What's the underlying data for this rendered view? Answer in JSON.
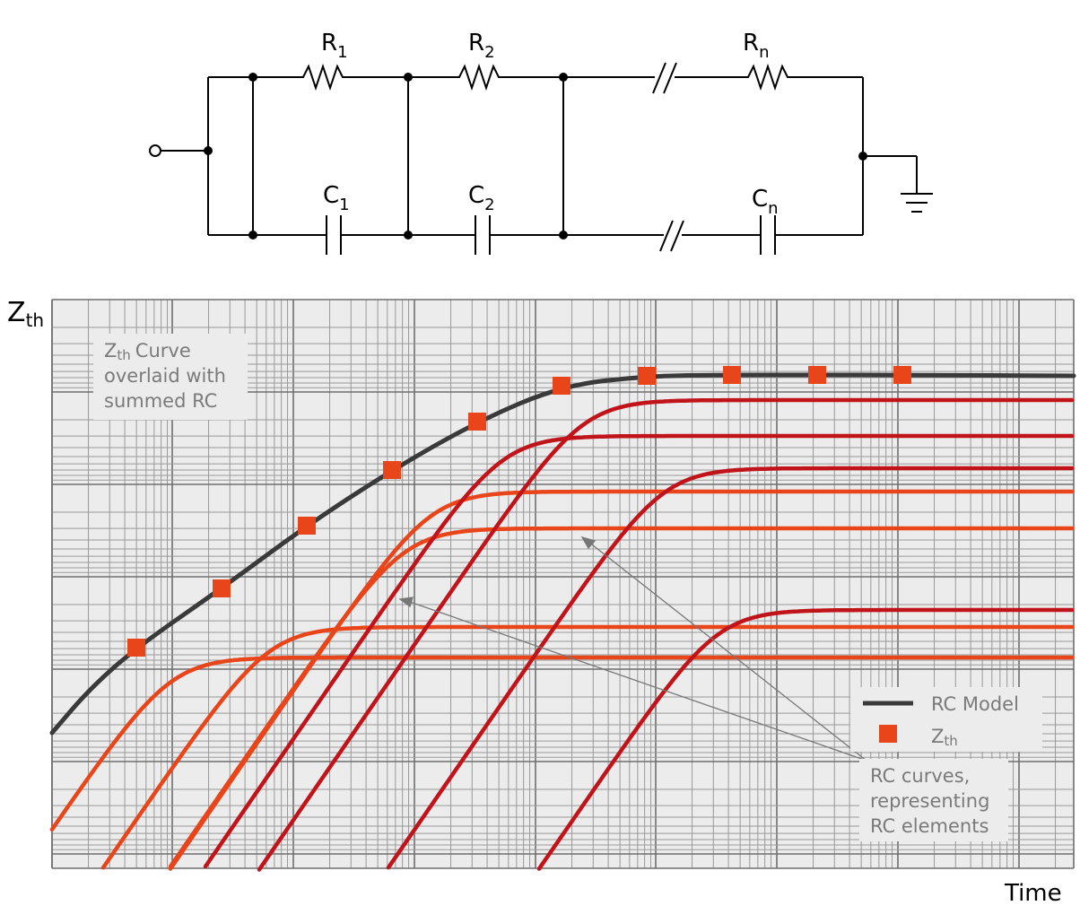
{
  "schematic": {
    "components": [
      {
        "type": "resistor",
        "name": "R",
        "sub": "1"
      },
      {
        "type": "resistor",
        "name": "R",
        "sub": "2"
      },
      {
        "type": "resistor",
        "name": "R",
        "sub": "n"
      },
      {
        "type": "capacitor",
        "name": "C",
        "sub": "1"
      },
      {
        "type": "capacitor",
        "name": "C",
        "sub": "2"
      },
      {
        "type": "capacitor",
        "name": "C",
        "sub": "n"
      }
    ]
  },
  "chart_data": {
    "type": "line",
    "scale": "log-log",
    "ylabel": "Z",
    "ylabel_sub": "th",
    "xlabel": "Time",
    "grid": true,
    "annotation_top": [
      "Curve",
      "overlaid with",
      "summed RC"
    ],
    "annotation_top_prefix": "Z",
    "annotation_top_prefix_sub": "th",
    "annotation_bottom": [
      "RC curves,",
      "representing",
      "RC elements"
    ],
    "legend": [
      {
        "label": "RC Model",
        "marker": "line",
        "color": "#3a3a3a"
      },
      {
        "label_main": "Z",
        "label_sub": "th",
        "marker": "square",
        "color": "#e8451a"
      }
    ],
    "zth_points": [
      [
        152,
        722
      ],
      [
        247,
        656
      ],
      [
        342,
        586
      ],
      [
        437,
        524
      ],
      [
        532,
        470
      ],
      [
        626,
        430
      ],
      [
        721,
        419
      ],
      [
        816,
        418
      ],
      [
        911,
        418
      ],
      [
        1006,
        418
      ]
    ],
    "rc_model_color": "#3a3a3a",
    "rc_curves": [
      {
        "color": "#e8451a",
        "saturation_level": 733
      },
      {
        "color": "#e8451a",
        "saturation_level": 699
      },
      {
        "color": "#e8451a",
        "saturation_level": 589
      },
      {
        "color": "#e8451a",
        "saturation_level": 548
      },
      {
        "color": "#c0141a",
        "saturation_level": 522
      },
      {
        "color": "#c0141a",
        "saturation_level": 486
      },
      {
        "color": "#c0141a",
        "saturation_level": 446
      },
      {
        "color": "#c0141a",
        "saturation_level": 680
      }
    ]
  }
}
